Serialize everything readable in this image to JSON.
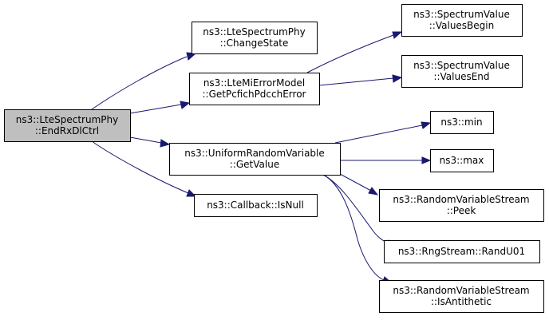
{
  "nodes": {
    "end_rx_dl_ctrl": {
      "lines": [
        "ns3::LteSpectrumPhy",
        "::EndRxDlCtrl"
      ],
      "highlighted": true
    },
    "change_state": {
      "lines": [
        "ns3::LteSpectrumPhy",
        "::ChangeState"
      ]
    },
    "get_pcfich_pdcch_error": {
      "lines": [
        "ns3::LteMiErrorModel",
        "::GetPcfichPdcchError"
      ]
    },
    "get_value": {
      "lines": [
        "ns3::UniformRandomVariable",
        "::GetValue"
      ]
    },
    "is_null": {
      "lines": [
        "ns3::Callback::IsNull"
      ]
    },
    "values_begin": {
      "lines": [
        "ns3::SpectrumValue",
        "::ValuesBegin"
      ]
    },
    "values_end": {
      "lines": [
        "ns3::SpectrumValue",
        "::ValuesEnd"
      ]
    },
    "min": {
      "lines": [
        "ns3::min"
      ]
    },
    "max": {
      "lines": [
        "ns3::max"
      ]
    },
    "peek": {
      "lines": [
        "ns3::RandomVariableStream",
        "::Peek"
      ]
    },
    "rand_u01": {
      "lines": [
        "ns3::RngStream::RandU01"
      ]
    },
    "is_antithetic": {
      "lines": [
        "ns3::RandomVariableStream",
        "::IsAntithetic"
      ]
    }
  },
  "edges": [
    {
      "from": "end_rx_dl_ctrl",
      "to": "change_state"
    },
    {
      "from": "end_rx_dl_ctrl",
      "to": "get_pcfich_pdcch_error"
    },
    {
      "from": "end_rx_dl_ctrl",
      "to": "get_value"
    },
    {
      "from": "end_rx_dl_ctrl",
      "to": "is_null"
    },
    {
      "from": "get_pcfich_pdcch_error",
      "to": "values_begin"
    },
    {
      "from": "get_pcfich_pdcch_error",
      "to": "values_end"
    },
    {
      "from": "get_value",
      "to": "min"
    },
    {
      "from": "get_value",
      "to": "max"
    },
    {
      "from": "get_value",
      "to": "peek"
    },
    {
      "from": "get_value",
      "to": "rand_u01"
    },
    {
      "from": "get_value",
      "to": "is_antithetic"
    }
  ],
  "colors": {
    "highlight_fill": "#bfbfbf",
    "node_fill": "#ffffff",
    "node_border": "#000000",
    "edge": "#191970"
  }
}
